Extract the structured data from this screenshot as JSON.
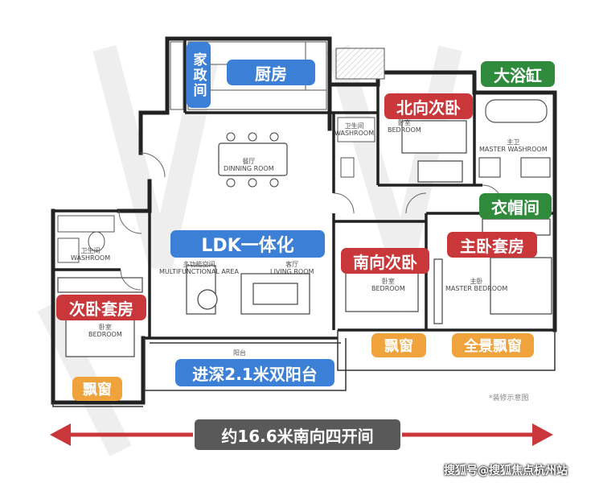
{
  "tags": {
    "jiazheng": "家政间",
    "kitchen": "厨房",
    "bathtub": "大浴缸",
    "north_bedroom": "北向次卧",
    "cloakroom": "衣帽间",
    "master_suite": "主卧套房",
    "ldk": "LDK一体化",
    "south_bedroom": "南向次卧",
    "secondary_suite": "次卧套房",
    "bay_window_1": "飘窗",
    "bay_window_2": "飘窗",
    "panoramic_bay": "全景飘窗",
    "balcony": "进深2.1米双阳台"
  },
  "rooms": {
    "washroom_north": {
      "cn": "卫生间",
      "en": "WASHROOM"
    },
    "north_bedroom": {
      "cn": "卧室",
      "en": "BEDROOM"
    },
    "master_washroom": {
      "cn": "主卫",
      "en": "MASTER WASHROOM"
    },
    "dining": {
      "cn": "餐厅",
      "en": "DINNING ROOM"
    },
    "washroom_west": {
      "cn": "卫生间",
      "en": "WASHROOM"
    },
    "multifunctional": {
      "cn": "多功能空间",
      "en": "MULTIFUNCTIONAL AREA"
    },
    "living": {
      "cn": "客厅",
      "en": "LIVING ROOM"
    },
    "south_bedroom": {
      "cn": "卧室",
      "en": "BEDROOM"
    },
    "master_bedroom": {
      "cn": "主卧",
      "en": "MASTER BEDROOM"
    },
    "west_bedroom": {
      "cn": "卧室",
      "en": "BEDROOM"
    },
    "balcony": {
      "cn": "阳台",
      "en": ""
    }
  },
  "width_label": "约16.6米南向四开间",
  "note": "*装修示意图",
  "watermark": "搜狐号@搜狐焦点杭州站",
  "colors": {
    "blue": "#3b7fd6",
    "red": "#c9373b",
    "green": "#2f8a3c",
    "orange": "#f0a23c",
    "arrow": "#c9373b",
    "wall": "#222222"
  }
}
